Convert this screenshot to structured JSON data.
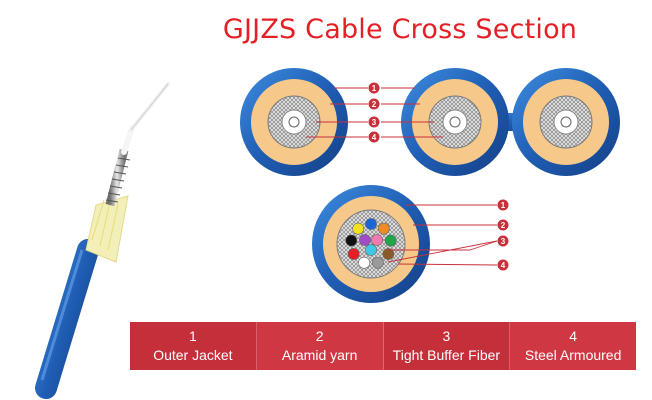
{
  "title": "GJJZS Cable Cross Section",
  "callout_numbers": [
    "1",
    "2",
    "3",
    "4"
  ],
  "legend": [
    {
      "number": "1",
      "label": "Outer Jacket"
    },
    {
      "number": "2",
      "label": "Aramid yarn"
    },
    {
      "number": "3",
      "label": "Tight Buffer Fiber"
    },
    {
      "number": "4",
      "label": "Steel Armoured"
    }
  ],
  "colors": {
    "title": "#e41f26",
    "jacket": "#2a67b5",
    "aramid": "#f6c98b",
    "armour_mesh": "#9a9a9a",
    "legend_bar": "#c8303b",
    "callout_badge": "#c8303b"
  },
  "fiber_colors": [
    "#1a66d6",
    "#f08a24",
    "#1fa64a",
    "#8a5a2b",
    "#9a9a9a",
    "#ffffff",
    "#e41f26",
    "#111111",
    "#f0e020",
    "#a04cc8",
    "#f07ab0",
    "#3ec8e8"
  ]
}
